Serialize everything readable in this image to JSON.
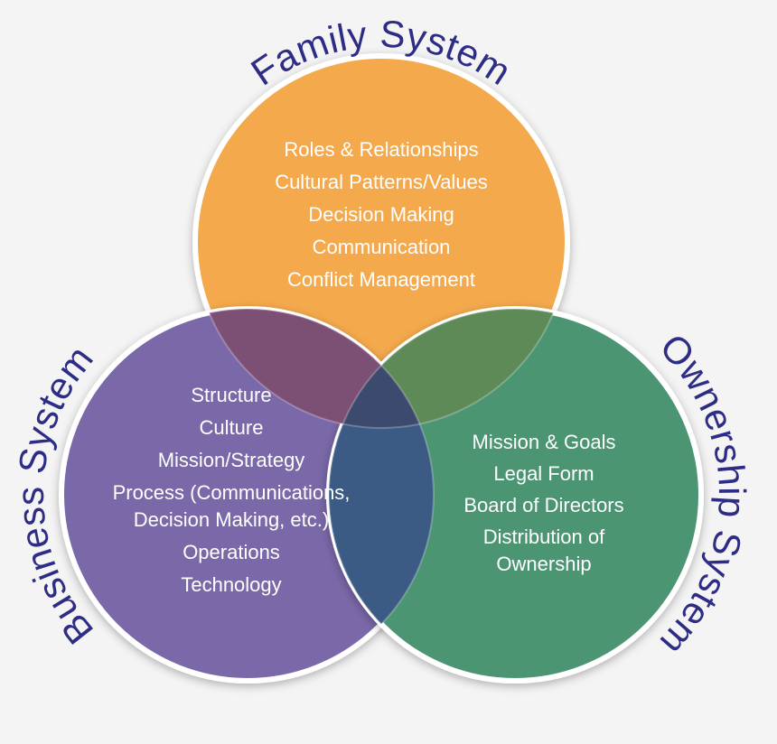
{
  "colors": {
    "background": "#f4f4f4",
    "family": "#f4a94e",
    "business": "#7a68a8",
    "ownership": "#4b9573",
    "family_business_overlap": "#7c4f75",
    "family_ownership_overlap": "#5e8a58",
    "business_ownership_overlap": "#3b5a84",
    "title_text": "#2e2d86",
    "item_text": "#ffffff",
    "circle_border": "#ffffff"
  },
  "circles": {
    "family": {
      "title": "Family System",
      "items": [
        "Roles & Relationships",
        "Cultural Patterns/Values",
        "Decision Making",
        "Communication",
        "Conflict Management"
      ]
    },
    "business": {
      "title": "Business System",
      "items": [
        "Structure",
        "Culture",
        "Mission/Strategy",
        "Process (Communications,\nDecision Making, etc.)",
        "Operations",
        "Technology"
      ]
    },
    "ownership": {
      "title": "Ownership System",
      "items": [
        "Mission & Goals",
        "Legal Form",
        "Board of Directors",
        "Distribution of\nOwnership"
      ]
    }
  }
}
